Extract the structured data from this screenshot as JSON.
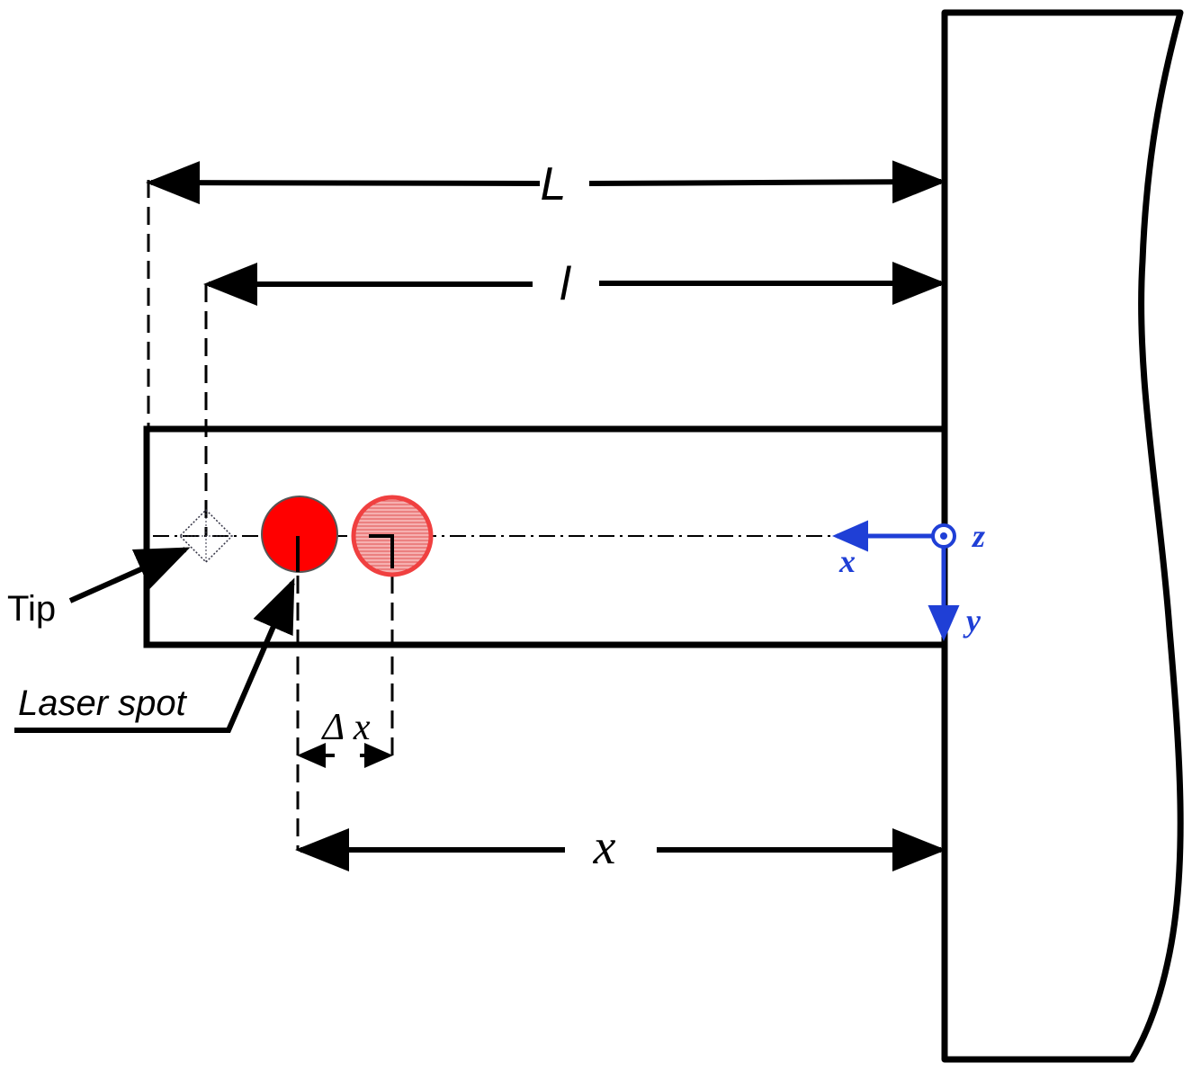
{
  "labels": {
    "L": "L",
    "l": "l",
    "x_dim": "x",
    "delta_x": "Δ x",
    "tip": "Tip",
    "laser_spot": "Laser spot"
  },
  "axes": {
    "x": "x",
    "y": "y",
    "z": "z",
    "color": "#1f3fd6"
  },
  "colors": {
    "line": "#000000",
    "laser_spot": "#ff0000",
    "laser_spot_outline": "#555555",
    "laser_spot_shifted": "#f04040"
  }
}
